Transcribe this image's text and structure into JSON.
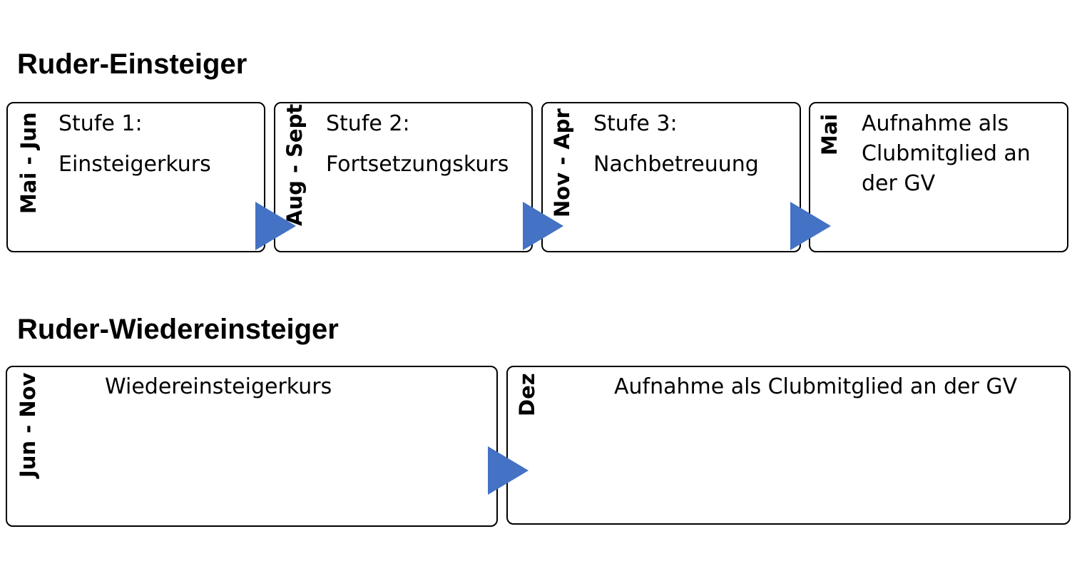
{
  "colors": {
    "arrow": "#4472c4",
    "border": "#000000"
  },
  "section1": {
    "title": "Ruder-Einsteiger",
    "boxes": [
      {
        "period": "Mai - Jun",
        "line1": "Stufe 1:",
        "line2": "Einsteigerkurs"
      },
      {
        "period": "Aug - Sept",
        "line1": "Stufe 2:",
        "line2": "Fortsetzungskurs"
      },
      {
        "period": "Nov - Apr",
        "line1": "Stufe 3:",
        "line2": "Nachbetreuung"
      },
      {
        "period": "Mai",
        "line1": "Aufnahme als",
        "line2": "Clubmitglied an",
        "line3": "der GV"
      }
    ]
  },
  "section2": {
    "title": "Ruder-Wiedereinsteiger",
    "boxes": [
      {
        "period": "Jun - Nov",
        "text": "Wiedereinsteigerkurs"
      },
      {
        "period": "Dez",
        "text": "Aufnahme als Clubmitglied an der GV"
      }
    ]
  }
}
